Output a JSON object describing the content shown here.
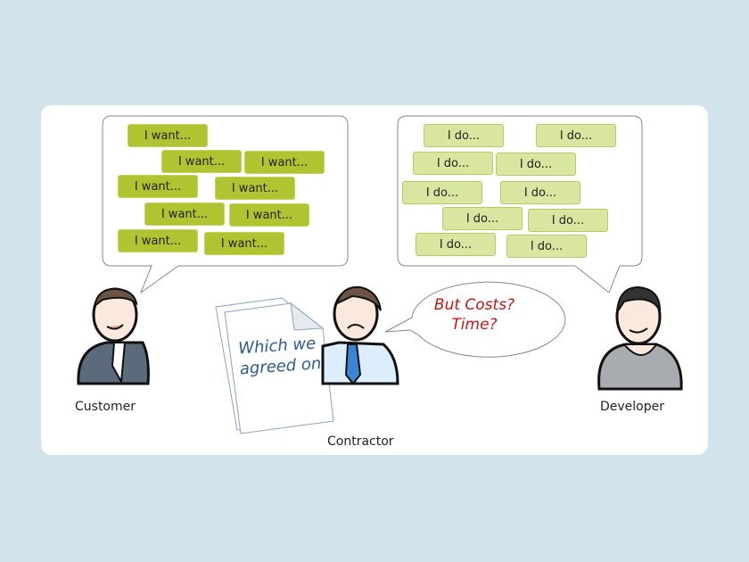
{
  "customer": {
    "label": "Customer",
    "wants": [
      "I want...",
      "I want...",
      "I want...",
      "I want...",
      "I want...",
      "I want...",
      "I want...",
      "I want...",
      "I want..."
    ]
  },
  "developer": {
    "label": "Developer",
    "dos": [
      "I do...",
      "I do...",
      "I do...",
      "I do...",
      "I do...",
      "I do...",
      "I do...",
      "I do...",
      "I do...",
      "I do..."
    ]
  },
  "contractor": {
    "label": "Contractor",
    "question_line1": "But Costs?",
    "question_line2": "Time?",
    "document_text": "Which we agreed on"
  },
  "colors": {
    "background": "#d1e3eb",
    "want": "#b0c432",
    "do": "#d8e6a0",
    "question": "#c01515",
    "doc_text": "#2f5b8c"
  }
}
